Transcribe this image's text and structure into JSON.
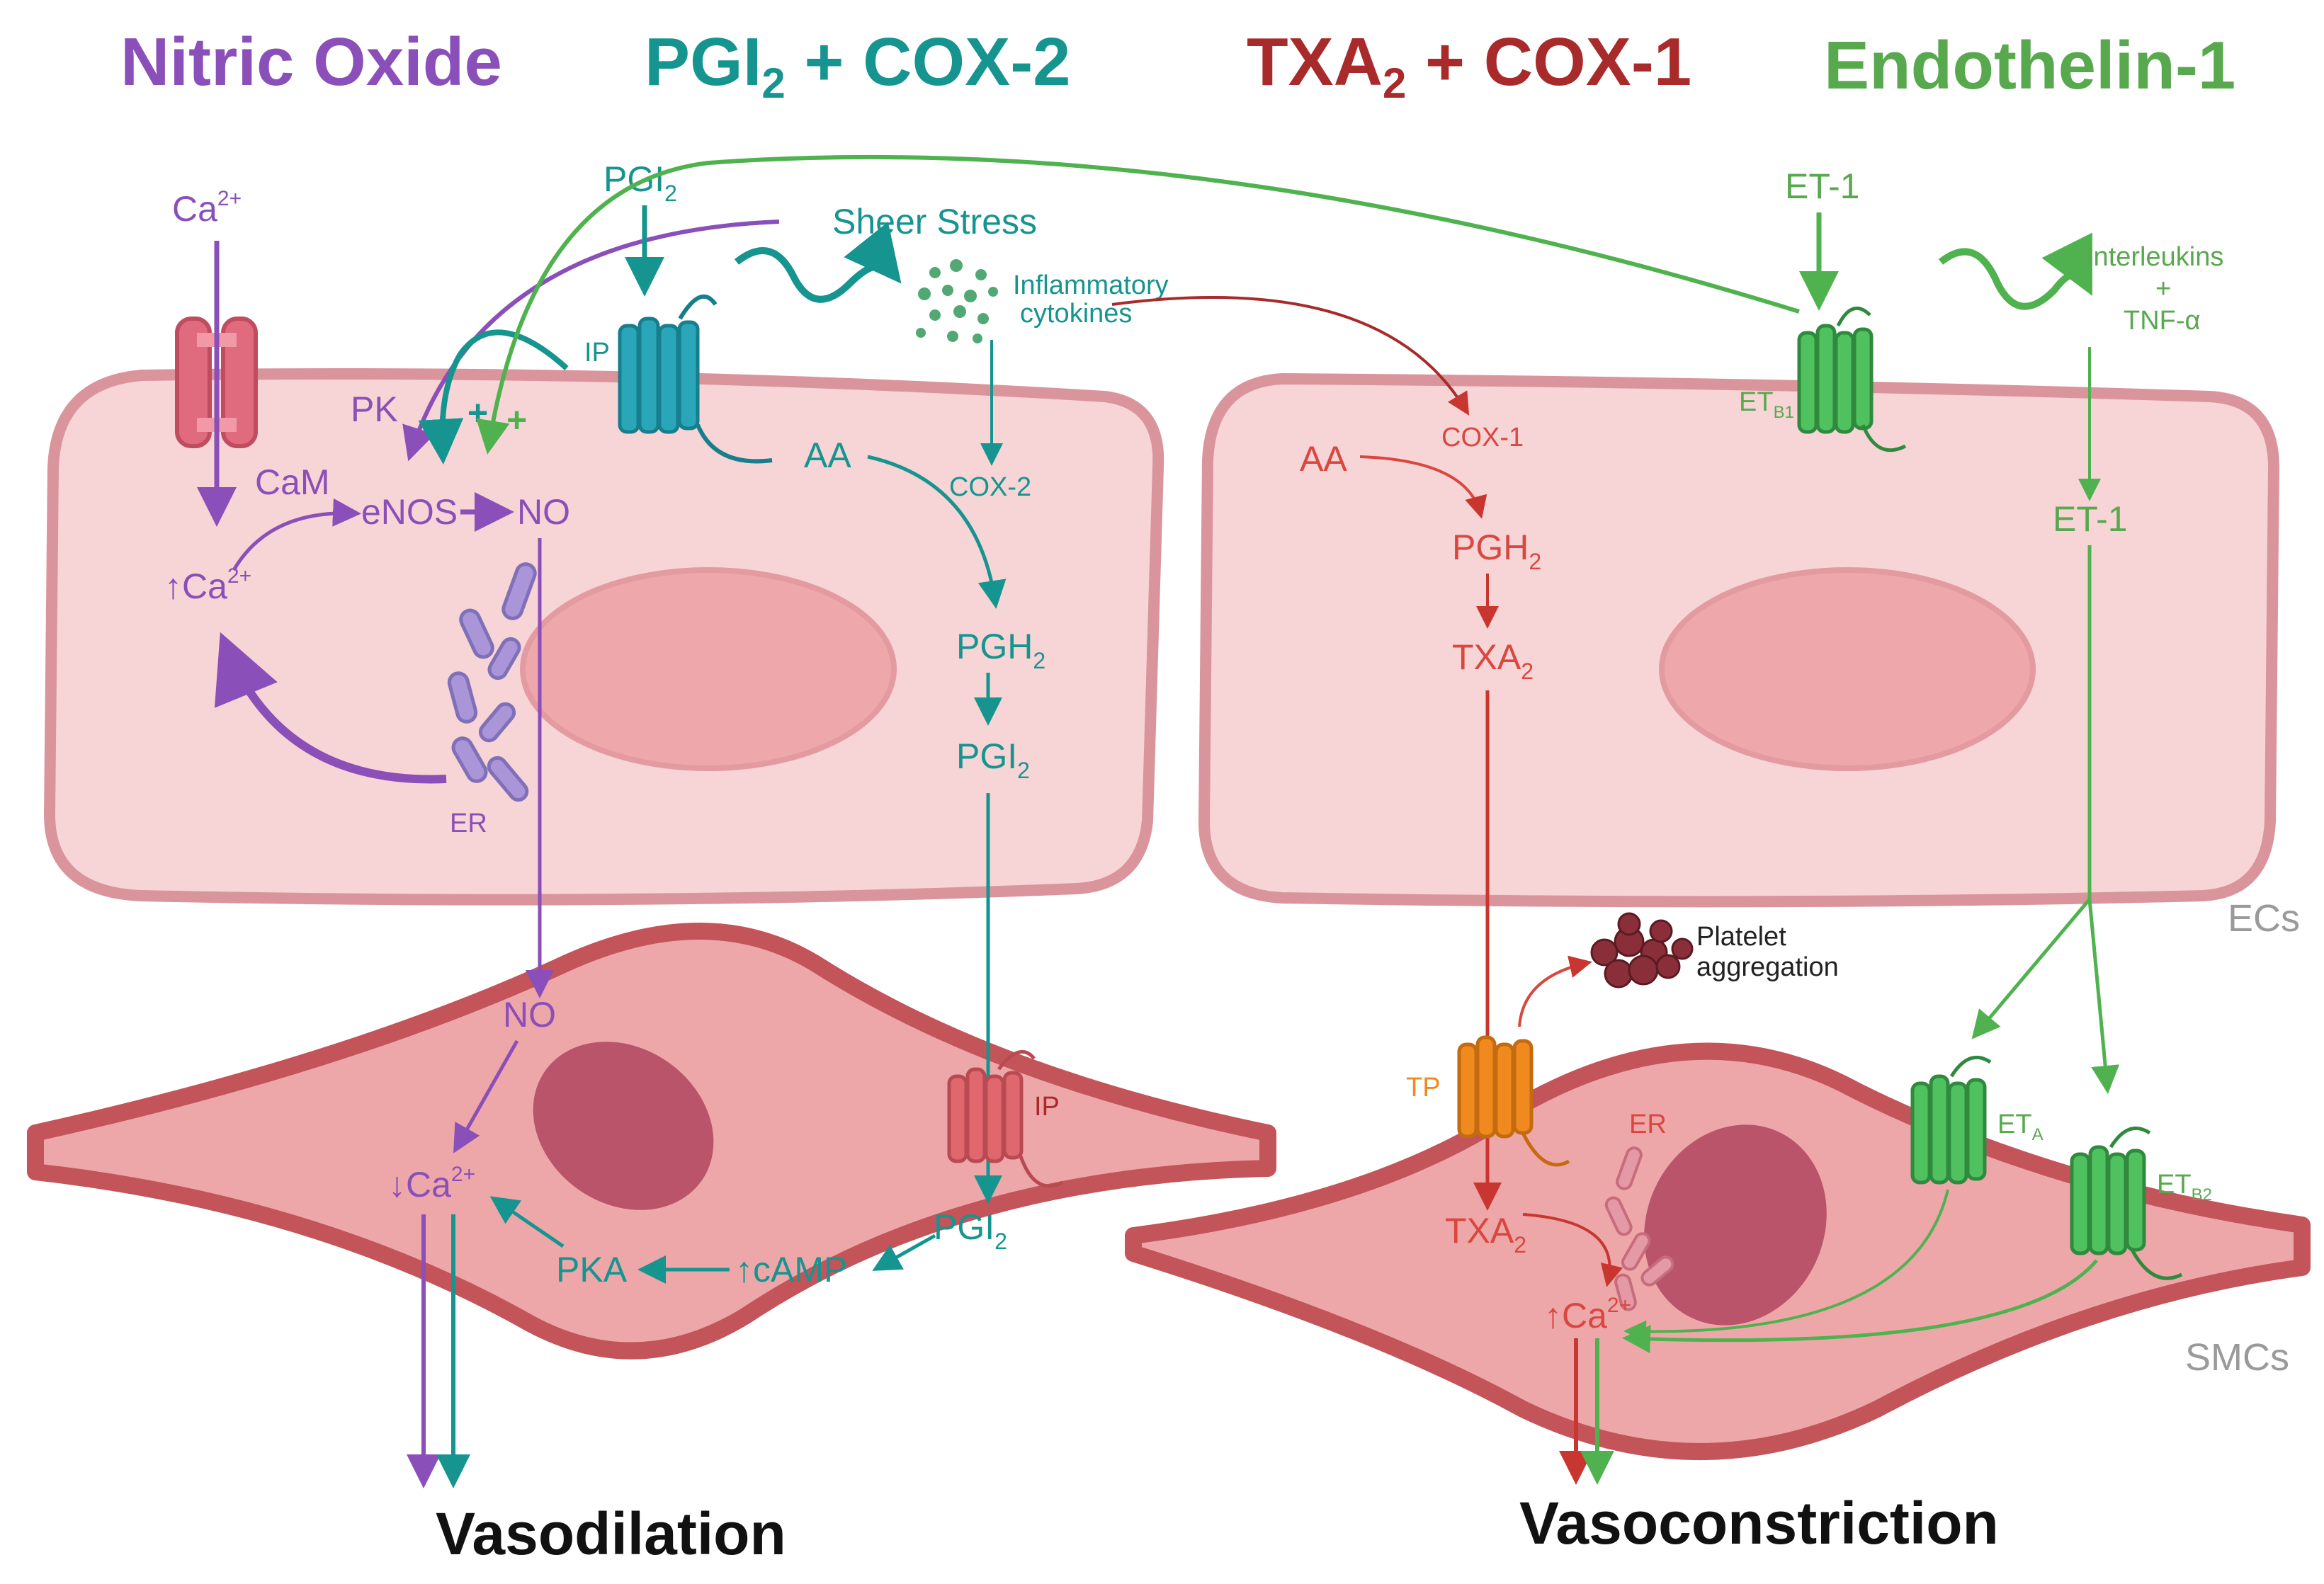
{
  "headers": {
    "no": "Nitric Oxide",
    "pgi_pre": "PGI",
    "pgi_sub": "2",
    "pgi_post": " + COX-2",
    "txa_pre": "TXA",
    "txa_sub": "2",
    "txa_post": " + COX-1",
    "et": "Endothelin-1"
  },
  "labels": {
    "ca_top": "Ca",
    "ca_top_sup": "2+",
    "pgi2_top": "PGI",
    "pgi2_top_sub": "2",
    "sheer": "Sheer Stress",
    "inflam1": "Inflammatory",
    "inflam2": "cytokines",
    "et1_top": "ET-1",
    "interleukins": "Interleukins",
    "plus": "+",
    "tnf": "TNF-α",
    "pk": "PK",
    "plus1": "+",
    "plus2": "+",
    "ip_ec": "IP",
    "cam": "CaM",
    "enos": "eNOS",
    "no_ec": "NO",
    "ca_up": "Ca",
    "ca_up_sup": "2+",
    "up_arrow": "↑",
    "down_arrow": "↓",
    "er_ec": "ER",
    "aa_l": "AA",
    "cox2": "COX-2",
    "pgh2_l": "PGH",
    "pgh2_l_sub": "2",
    "pgi2_l": "PGI",
    "pgi2_l_sub": "2",
    "cox1": "COX-1",
    "aa_r": "AA",
    "pgh2_r": "PGH",
    "pgh2_r_sub": "2",
    "txa2_r": "TXA",
    "txa2_r_sub": "2",
    "etb1": "ET",
    "etb1_sub": "B1",
    "et1_mid": "ET-1",
    "ecs": "ECs",
    "smcs": "SMCs",
    "no_smc": "NO",
    "ca_down": "Ca",
    "ca_down_sup": "2+",
    "pka": "PKA",
    "camp": "cAMP",
    "pgi2_smc": "PGI",
    "pgi2_smc_sub": "2",
    "ip_smc": "IP",
    "platelet1": "Platelet",
    "platelet2": "aggregation",
    "tp": "TP",
    "er_smc": "ER",
    "txa2_smc": "TXA",
    "txa2_smc_sub": "2",
    "ca_r": "Ca",
    "ca_r_sup": "2+",
    "eta": "ET",
    "eta_sub": "A",
    "etb2": "ET",
    "etb2_sub": "B2",
    "vasodilation": "Vasodilation",
    "vasoconstriction": "Vasoconstriction"
  },
  "colors": {
    "no": "#8a4fb8",
    "pgi": "#16948f",
    "txa": "#a82a2a",
    "et": "#58a84e",
    "txa_light": "#d9473f",
    "et_light": "#4fbf4f",
    "tp": "#f08a1e",
    "ec_fill": "#f7d5d6",
    "ec_stroke": "#d9959b",
    "nucleus_ec": "#eea7ab",
    "smc_fill": "#eea7a9",
    "smc_stroke": "#c2545a",
    "nucleus_smc": "#b9546a"
  },
  "icons": [
    "calcium-channel-icon",
    "ip-receptor-icon",
    "er-icon",
    "eta-receptor-icon",
    "etb-receptor-icon",
    "tp-receptor-icon",
    "platelet-cluster-icon",
    "cytokine-dots-icon",
    "sheer-wave-icon"
  ]
}
